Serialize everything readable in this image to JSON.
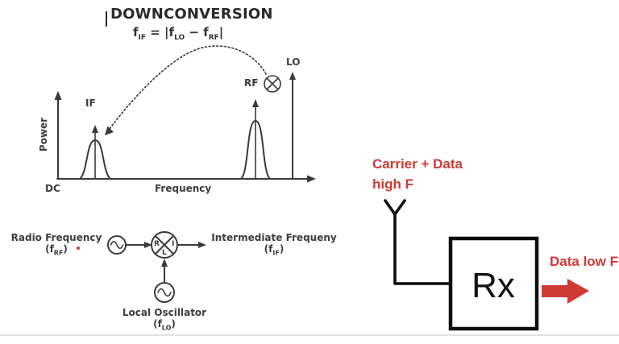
{
  "title": "DOWNCONVERSION",
  "formula": {
    "f": "f",
    "sub_if": "IF",
    "eq": " = |f",
    "sub_lo": "LO",
    "minus": " − f",
    "sub_rf": "RF",
    "bar": "|"
  },
  "spectrum": {
    "y_axis_label": "Power",
    "x_axis_label": "Frequency",
    "origin_label": "DC",
    "if_peak_label": "IF",
    "rf_peak_label": "RF",
    "lo_label": "LO"
  },
  "mixer_diagram": {
    "input_label": "Radio Frequency",
    "input_sym": {
      "p1": "(f",
      "sub": "RF",
      "p2": ")"
    },
    "output_label": "Intermediate Frequeny",
    "output_sym": {
      "p1": "(f",
      "sub": "IF",
      "p2": ")"
    },
    "lo_label": "Local Oscillator",
    "lo_sym": {
      "p1": "(f",
      "sub": "LO",
      "p2": ")"
    },
    "port_r": "R",
    "port_i": "I",
    "port_l": "L"
  },
  "receiver_diagram": {
    "input_line1": "Carrier + Data",
    "input_line2": "high F",
    "rx_label": "Rx",
    "output_label": "Data low F"
  },
  "colors": {
    "red": "#d03a34",
    "ink": "#3a3a3a"
  }
}
